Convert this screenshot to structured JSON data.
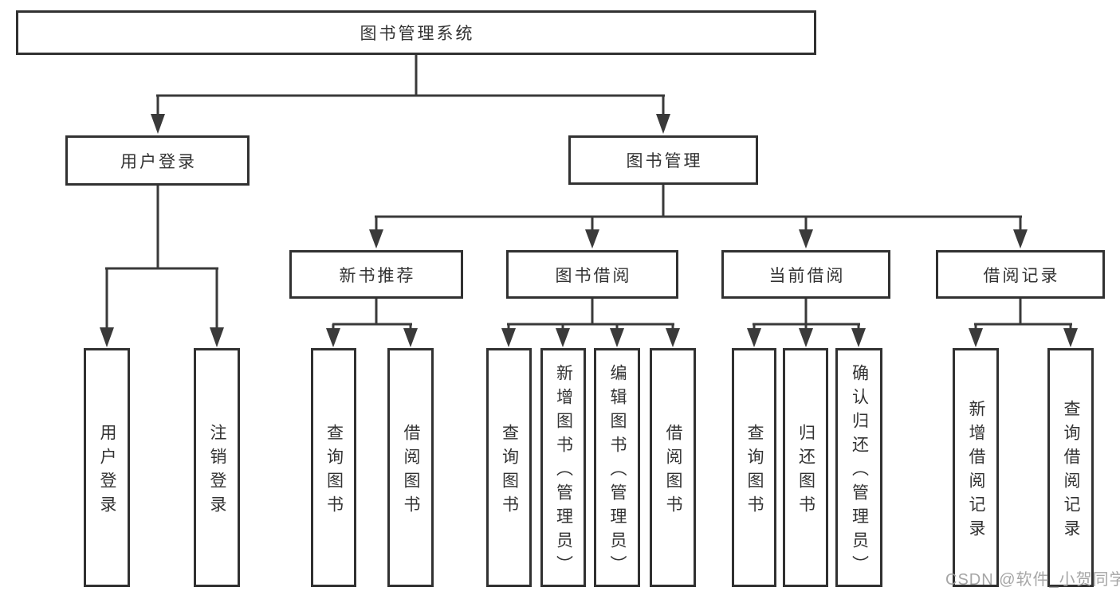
{
  "tree": {
    "root": {
      "label": "图书管理系统"
    },
    "branches": [
      {
        "label": "用户登录",
        "children": [
          {
            "label": "用户登录"
          },
          {
            "label": "注销登录"
          }
        ]
      },
      {
        "label": "图书管理",
        "children": [
          {
            "label": "新书推荐",
            "children": [
              {
                "label": "查询图书"
              },
              {
                "label": "借阅图书"
              }
            ]
          },
          {
            "label": "图书借阅",
            "children": [
              {
                "label": "查询图书"
              },
              {
                "label": "新增图书（管理员）"
              },
              {
                "label": "编辑图书（管理员）"
              },
              {
                "label": "借阅图书"
              }
            ]
          },
          {
            "label": "当前借阅",
            "children": [
              {
                "label": "查询图书"
              },
              {
                "label": "归还图书"
              },
              {
                "label": "确认归还（管理员）"
              }
            ]
          },
          {
            "label": "借阅记录",
            "children": [
              {
                "label": "新增借阅记录"
              },
              {
                "label": "查询借阅记录"
              }
            ]
          }
        ]
      }
    ]
  },
  "watermark": {
    "text": "CSDN @软件_小贺同学"
  },
  "colors": {
    "line": "#3a3a3a",
    "box_border": "#313131",
    "text": "#333333",
    "watermark_text": "#9e9e9e",
    "background": "#ffffff"
  }
}
